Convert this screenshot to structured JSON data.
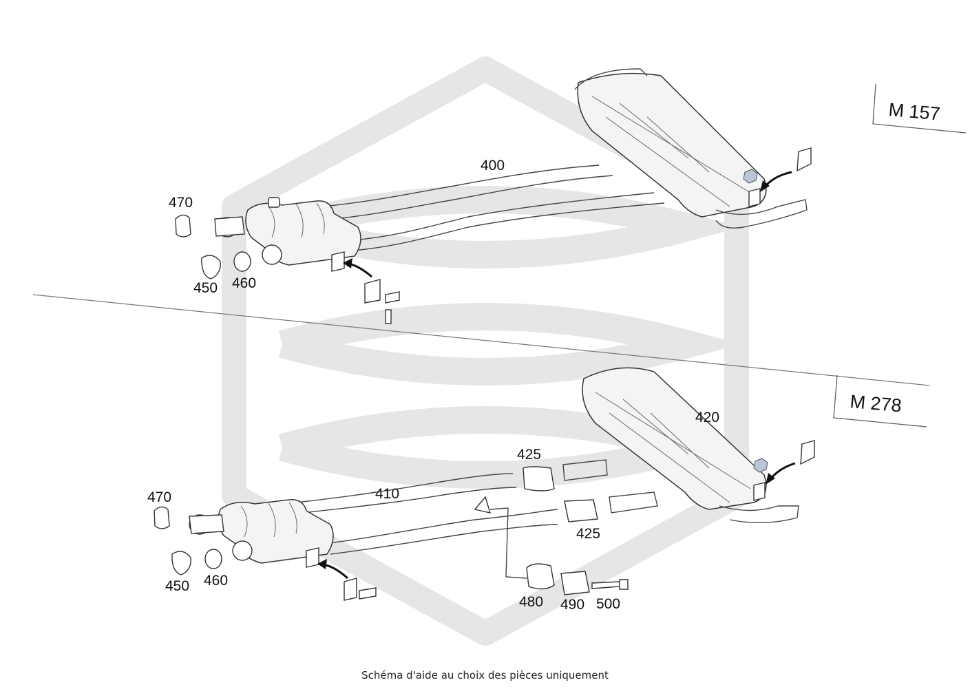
{
  "caption": "Schéma d'aide au choix des pièces uniquement",
  "engines": {
    "top": "M 157",
    "bottom": "M 278"
  },
  "labels": {
    "p400": "400",
    "p410": "410",
    "p420": "420",
    "p425_a": "425",
    "p425_b": "425",
    "p450_a": "450",
    "p450_b": "450",
    "p460_a": "460",
    "p460_b": "460",
    "p470_a": "470",
    "p470_b": "470",
    "p480": "480",
    "p490": "490",
    "p500": "500"
  },
  "colors": {
    "watermark": "#e6e6e6",
    "line": "#333333",
    "nut": "#b8c6d6"
  }
}
